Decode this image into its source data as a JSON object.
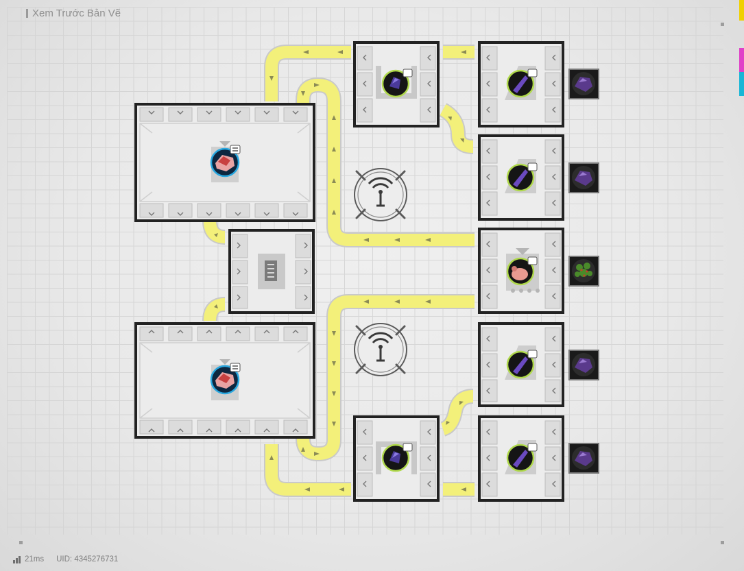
{
  "title": "Xem Trước Bản Vẽ",
  "footer": {
    "latency": "21ms",
    "uid": "UID: 4345276731"
  },
  "colors": {
    "belt": "#f3f07a",
    "belt_border": "#c7c7c7",
    "machine_border": "#222222",
    "machine_fill": "#ececec",
    "accent_magenta": "#e040c8",
    "accent_cyan": "#19b6d6",
    "accent_yellow": "#f0d000"
  },
  "machines": [
    {
      "kind": "depot",
      "icon": "red-ore-chunk-icon"
    },
    {
      "kind": "depot",
      "icon": "red-ore-chunk-icon"
    },
    {
      "kind": "packager",
      "icon": "document-stack-icon"
    },
    {
      "kind": "refinery",
      "icon": "purple-crystal-icon"
    },
    {
      "kind": "refinery",
      "icon": "purple-crystal-icon"
    },
    {
      "kind": "grinder",
      "icon": "purple-shard-icon"
    },
    {
      "kind": "grinder",
      "icon": "purple-shard-icon"
    },
    {
      "kind": "grinder",
      "icon": "purple-shard-icon"
    },
    {
      "kind": "grinder",
      "icon": "purple-shard-icon"
    },
    {
      "kind": "planter",
      "icon": "pink-creature-icon"
    }
  ],
  "ore_tiles": [
    "amethyst-ore-icon",
    "amethyst-ore-icon",
    "green-plant-icon",
    "amethyst-ore-icon",
    "amethyst-ore-icon"
  ],
  "relays": [
    "relay-tower-icon",
    "relay-tower-icon"
  ]
}
